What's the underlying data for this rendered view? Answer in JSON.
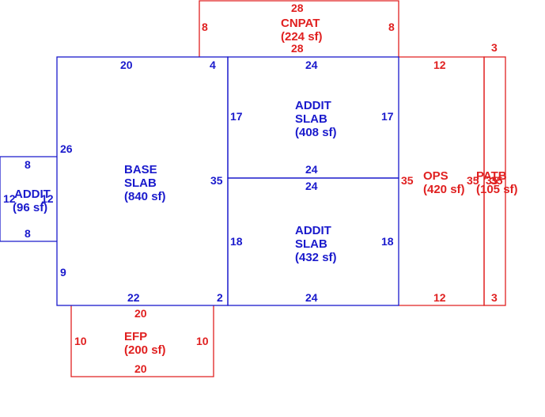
{
  "colors": {
    "base": "#1a1acc",
    "extra": "#e02020",
    "background": "#ffffff"
  },
  "areas": {
    "base_slab": {
      "name_line1": "BASE",
      "name_line2": "SLAB",
      "area": "(840 sf)"
    },
    "addit_left": {
      "name": "ADDIT",
      "area": "(96 sf)"
    },
    "addit_top": {
      "name_line1": "ADDIT",
      "name_line2": "SLAB",
      "area": "(408 sf)"
    },
    "addit_bottom": {
      "name_line1": "ADDIT",
      "name_line2": "SLAB",
      "area": "(432 sf)"
    },
    "cnpat": {
      "name": "CNPAT",
      "area": "(224 sf)"
    },
    "ops": {
      "name": "OPS",
      "area": "(420 sf)"
    },
    "patb": {
      "name": "PATB",
      "area": "(105 sf)"
    },
    "efp": {
      "name": "EFP",
      "area": "(200 sf)"
    }
  },
  "dimensions": {
    "base_top": "20",
    "base_top_right": "4",
    "base_left_upper": "26",
    "base_left_lower": "9",
    "base_bottom": "22",
    "base_bottom_right": "2",
    "base_right": "35",
    "addit_left_top": "8",
    "addit_left_bottom": "8",
    "addit_left_left": "12",
    "addit_left_right": "12",
    "cnpat_top": "28",
    "cnpat_bottom": "28",
    "cnpat_left": "8",
    "cnpat_right": "8",
    "addit_top_top": "24",
    "addit_top_bottom": "24",
    "addit_top_left": "17",
    "addit_top_right": "17",
    "addit_bottom_top": "24",
    "addit_bottom_bottom": "24",
    "addit_bottom_left": "18",
    "addit_bottom_right": "18",
    "ops_top": "12",
    "ops_bottom": "12",
    "ops_left": "35",
    "ops_right": "35",
    "patb_top": "3",
    "patb_bottom": "3",
    "patb_left": "35",
    "patb_right": "35",
    "efp_top": "20",
    "efp_bottom": "20",
    "efp_left": "10",
    "efp_right": "10"
  }
}
